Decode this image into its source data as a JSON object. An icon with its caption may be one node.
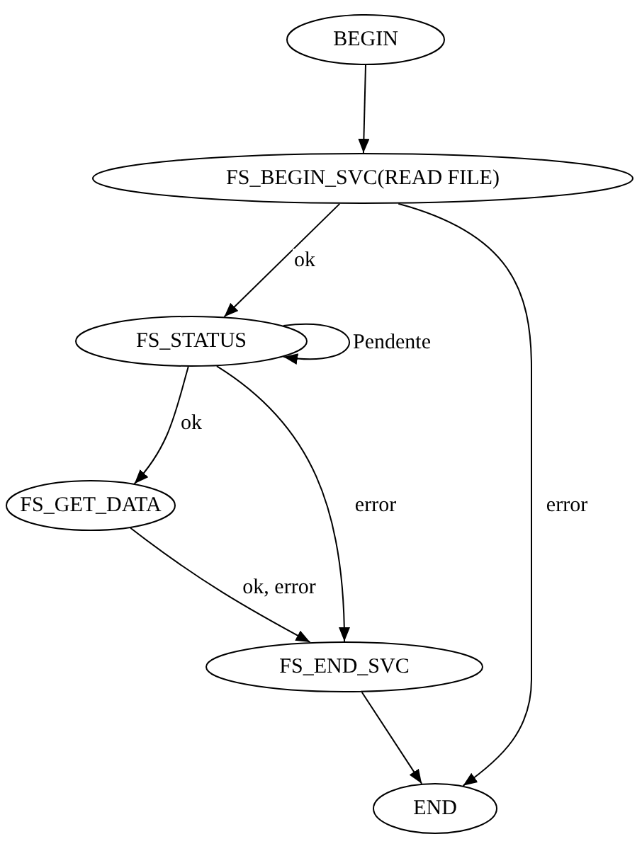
{
  "diagram": {
    "nodes": [
      {
        "text": [
          "BEGIN"
        ]
      },
      {
        "text": [
          "FS_BEGIN_SVC(READ FILE)"
        ]
      },
      {
        "text": [
          "FS_STATUS"
        ]
      },
      {
        "text": [
          "FS_GET_DATA"
        ]
      },
      {
        "text": [
          "FS_END_SVC"
        ]
      },
      {
        "text": [
          "END"
        ]
      }
    ],
    "edges": [
      {
        "from": 0,
        "to": 1,
        "arrow": "to"
      },
      {
        "from": 1,
        "to": 2,
        "arrow": "to",
        "label": "ok"
      },
      {
        "from": 1,
        "to": 5,
        "arrow": "to",
        "label": "error"
      },
      {
        "from": 2,
        "to": 2,
        "arrow": "to",
        "label": "Pendente"
      },
      {
        "from": 2,
        "to": 3,
        "arrow": "to",
        "label": "ok"
      },
      {
        "from": 2,
        "to": 4,
        "arrow": "to",
        "label": "error"
      },
      {
        "from": 3,
        "to": 4,
        "arrow": "to",
        "label": "ok, error"
      },
      {
        "from": 4,
        "to": 5,
        "arrow": "to"
      }
    ]
  }
}
